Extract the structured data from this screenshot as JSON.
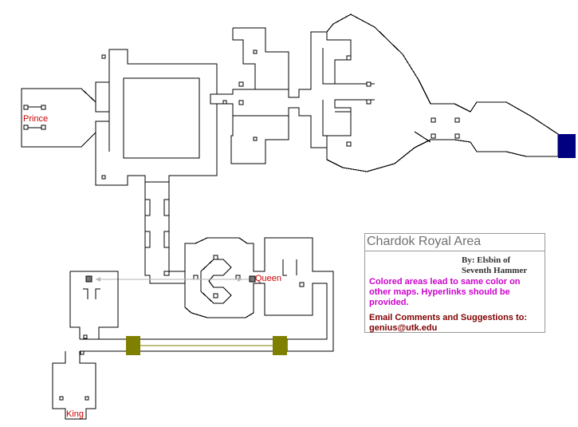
{
  "map": {
    "labels": {
      "prince": "Prince",
      "queen": "Queen",
      "king": "King"
    },
    "colors": {
      "wall": "#000000",
      "zone_label": "#cc0000",
      "exit_east": "#000080",
      "exit_gold": "#808000",
      "note": "#cc00cc",
      "contact": "#800000"
    },
    "exits": [
      {
        "name": "east-exit",
        "color": "#000080"
      },
      {
        "name": "gold-exit-west",
        "color": "#808000"
      },
      {
        "name": "gold-exit-east",
        "color": "#808000"
      }
    ]
  },
  "info": {
    "title": "Chardok Royal Area",
    "author_line1": "By: Elsbin of",
    "author_line2": "Seventh Hammer",
    "note": "Colored areas lead to same color on other maps.  Hyperlinks should be provided.",
    "contact_line1": "Email Comments and Suggestions to:",
    "contact_line2": "genius@utk.edu"
  }
}
